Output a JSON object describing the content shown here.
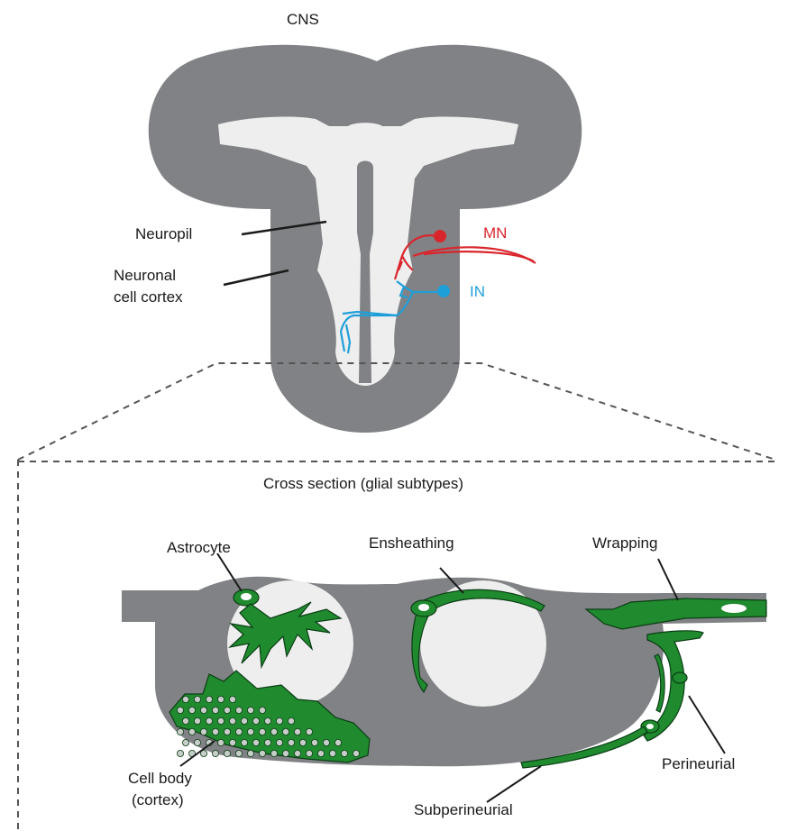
{
  "top": {
    "title": "CNS",
    "labels": {
      "neuropil": "Neuropil",
      "cortex_line1": "Neuronal",
      "cortex_line2": "cell cortex",
      "motor_neuron": "MN",
      "interneuron": "IN"
    }
  },
  "bottom": {
    "title": "Cross section (glial subtypes)",
    "labels": {
      "astrocyte": "Astrocyte",
      "ensheathing": "Ensheathing",
      "wrapping": "Wrapping",
      "perineurial": "Perineurial",
      "subperineurial": "Subperineurial",
      "cell_body_line1": "Cell body",
      "cell_body_line2": "(cortex)"
    }
  },
  "colors": {
    "tissue": "#808285",
    "neuropil": "#eeeeee",
    "glia": "#1f8a2e",
    "glia_dark": "#0b3d14",
    "motor_neuron": "#d9262c",
    "interneuron": "#1e9fd8",
    "nuclei": "#9aa3a0"
  }
}
